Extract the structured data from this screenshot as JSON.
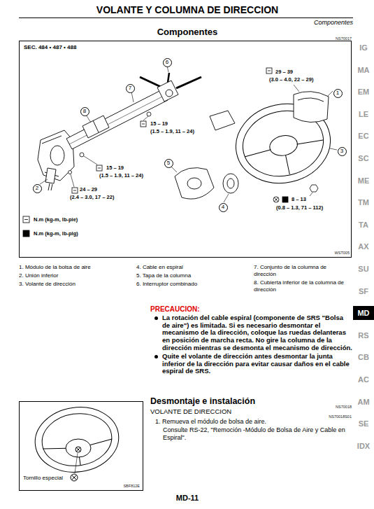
{
  "diagram": {
    "title": "VOLANTE Y COLUMNA DE DIRECCION",
    "nodes": [
      {
        "text": [
          "SEC. 484 • 487 • 488"
        ]
      },
      {
        "text": [
          "1"
        ],
        "in": 0
      },
      {
        "text": [
          "2"
        ],
        "in": 0
      },
      {
        "text": [
          "3"
        ],
        "in": 0
      },
      {
        "text": [
          "4"
        ],
        "in": 0
      },
      {
        "text": [
          "5"
        ],
        "in": 0
      },
      {
        "text": [
          "6"
        ],
        "in": 0
      },
      {
        "text": [
          "7"
        ],
        "in": 0
      },
      {
        "text": [
          "8"
        ],
        "in": 0
      },
      {
        "text": [
          "MD"
        ]
      },
      {
        "text": [
          "Tornillo especial"
        ]
      }
    ],
    "labels": [
      "Componentes",
      "Componentes",
      "NS70017",
      "29 – 39",
      "(3.0 – 4.0, 22 – 29)",
      "15 – 19",
      "(1.5 – 1.9, 11 – 24)",
      "15 – 19",
      "(1.5 – 1.9, 11 – 24)",
      "24 – 29",
      "(2.4 – 3.0, 17 – 22)",
      "8 – 13",
      "(0.8 – 1.3, 71 – 112)",
      "WST005",
      "1. Módulo de la bolsa de aire",
      "2. Unión inferior",
      "3. Volante de dirección",
      "4. Cable en espiral",
      "5. Tapa de la columna",
      "6. Interruptor combinado",
      "7. Conjunto de la columna de dirección",
      "8. Cubierta inferior de la columna de dirección",
      "IG",
      "MA",
      "EM",
      "LE",
      "EC",
      "SC",
      "ME",
      "TM",
      "TA",
      "AX",
      "SU",
      "SF",
      "RS",
      "CB",
      "AC",
      "AM",
      "SE",
      "IDX",
      "PRECAUCION:",
      "La rotación del cable espiral (componente de SRS \"Bolsa de aire\") es limitada. Si es necesario desmontar el mecanismo de la dirección, coloque las ruedas delanteras en posición de marcha recta. No gire la columna de la dirección mientras se desmonta el mecanismo de dirección.",
      "Quite el volante de dirección antes desmontar la junta inferior de la dirección para evitar causar daños en el cable espiral de SRS.",
      "Desmontaje e instalación",
      "NS70018",
      "VOLANTE DE DIRECCION",
      "NS70018S01",
      "1. Remueva el módulo de bolsa de aire.",
      "Consulte RS-22, \"Remoción -Módulo de Bolsa de Aire y Cable en Espiral\".",
      "SBF812E",
      "MD-11"
    ],
    "legend": [
      {
        "text": "N.m (kg-m, lb-pie)"
      },
      {
        "text": "N.m (kg-m, lb-plg)"
      }
    ]
  }
}
